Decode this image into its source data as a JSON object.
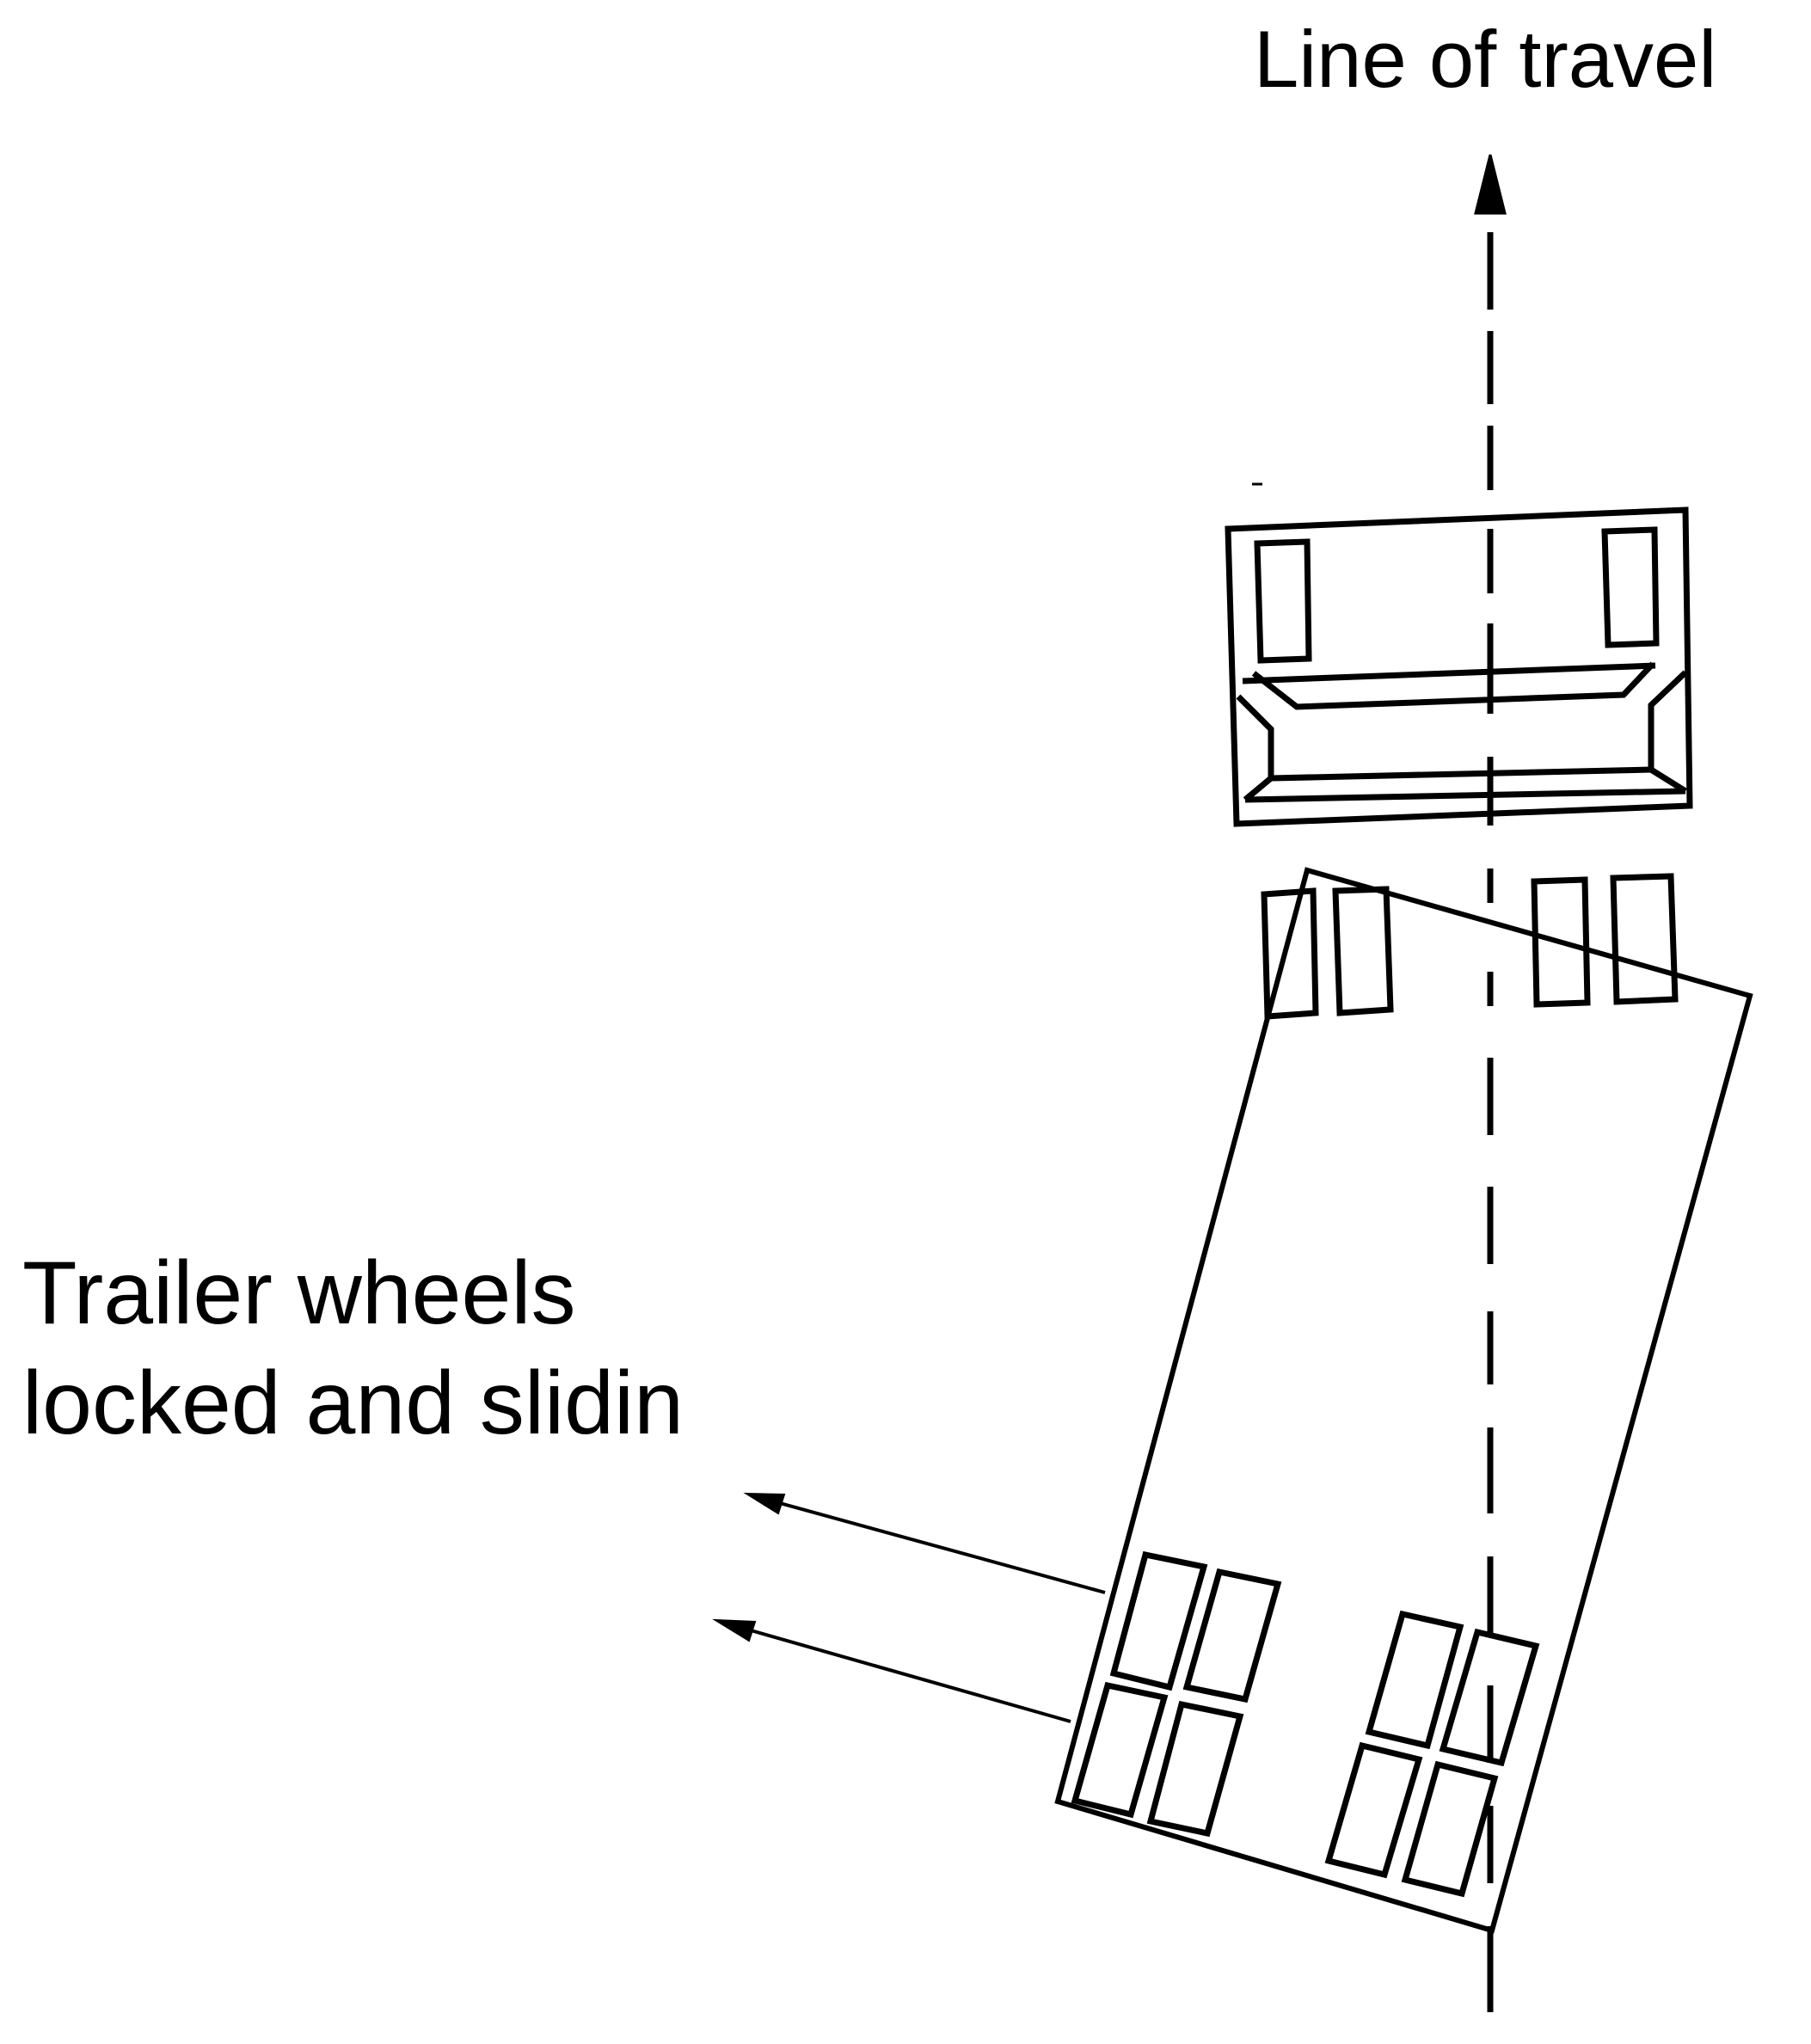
{
  "labels": {
    "line_of_travel": "Line of travel",
    "trailer_line1": "Trailer wheels",
    "trailer_line2": "locked and slidin"
  },
  "colors": {
    "stroke": "#000000",
    "background": "#ffffff"
  }
}
